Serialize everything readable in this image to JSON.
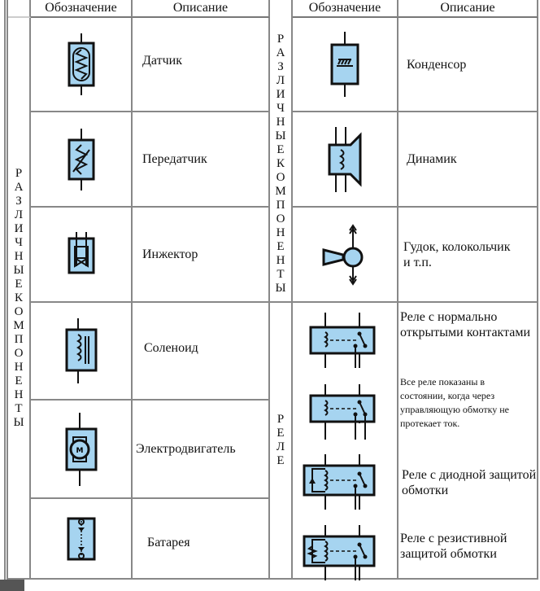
{
  "header": {
    "symbol": "Обозначение",
    "description": "Описание"
  },
  "sections": {
    "misc": "РАЗЛИЧНЫЕ КОМПОНЕНТЫ",
    "relay": "РЕЛЕ"
  },
  "left_items": [
    {
      "icon": "sensor-symbol",
      "label": "Датчик"
    },
    {
      "icon": "transmitter-symbol",
      "label": "Передатчик"
    },
    {
      "icon": "injector-symbol",
      "label": "Инжектор"
    },
    {
      "icon": "solenoid-symbol",
      "label": "Соленоид"
    },
    {
      "icon": "motor-symbol",
      "label": "Электродвигатель"
    },
    {
      "icon": "battery-symbol",
      "label": "Батарея"
    }
  ],
  "right_items": [
    {
      "icon": "capacitor-symbol",
      "label": "Конденсор"
    },
    {
      "icon": "speaker-symbol",
      "label": "Динамик"
    },
    {
      "icon": "horn-symbol",
      "label": "Гудок, колокольчик и т.п."
    }
  ],
  "relays": [
    {
      "icon": "relay-no-symbol",
      "label": "Реле с нормально открытыми контактами"
    },
    {
      "icon": "relay-symbol",
      "label": "Все реле показаны в состоянии, когда через управляющую обмотку не протекает ток."
    },
    {
      "icon": "relay-diode-symbol",
      "label": "Реле с диодной защитой обмотки"
    },
    {
      "icon": "relay-resistor-symbol",
      "label": "Реле с резистивной защитой обмотки"
    }
  ]
}
